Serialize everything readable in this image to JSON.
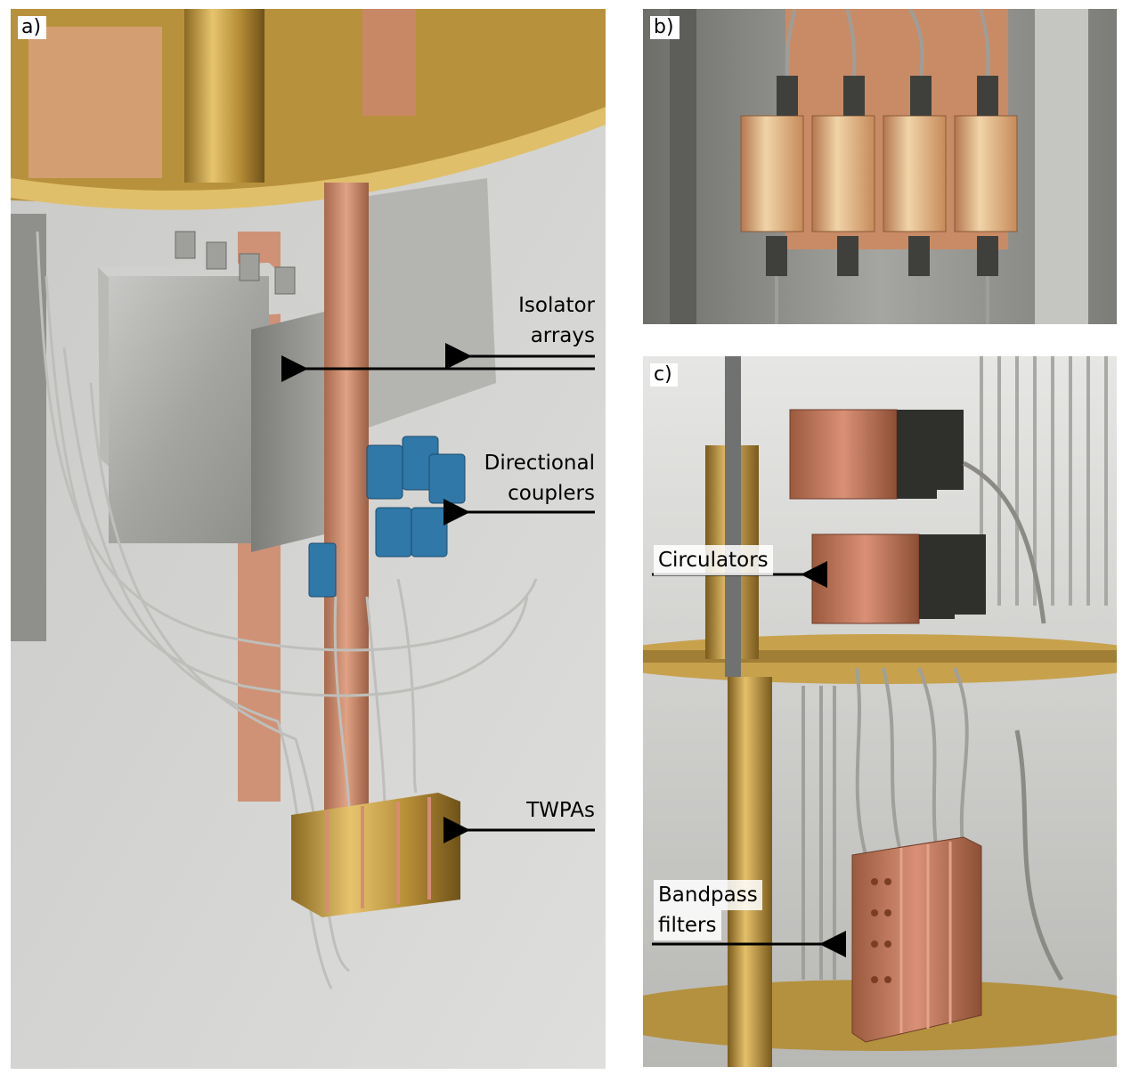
{
  "figure": {
    "panels": [
      {
        "id": "a",
        "label": "a)"
      },
      {
        "id": "b",
        "label": "b)"
      },
      {
        "id": "c",
        "label": "c)"
      }
    ],
    "callouts_a": {
      "isolator": [
        "Isolator",
        "arrays"
      ],
      "couplers": [
        "Directional",
        "couplers"
      ],
      "twpas": "TWPAs"
    },
    "callouts_c": {
      "circulators": "Circulators",
      "bandpass": [
        "Bandpass",
        "filters"
      ]
    },
    "colors": {
      "brass": "#c9a24a",
      "copper": "#c8876a",
      "steel": "#a9aaa6",
      "background_a": "#d3d3d1",
      "coupler_blue": "#2f78a8"
    }
  }
}
